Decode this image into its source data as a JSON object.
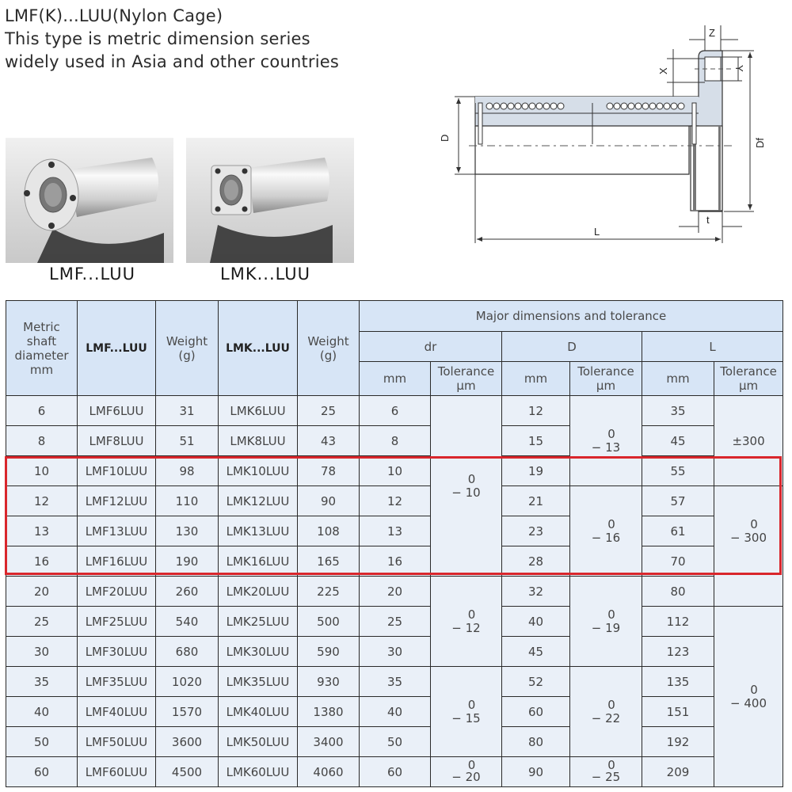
{
  "intro": {
    "title": "LMF(K)...LUU(Nylon Cage)",
    "line1": "This type is metric dimension series",
    "line2": "widely used in Asia and other countries"
  },
  "photos": [
    {
      "caption": "LMF...LUU",
      "flange": "round"
    },
    {
      "caption": "LMK...LUU",
      "flange": "square"
    }
  ],
  "drawing": {
    "labels": {
      "D": "D",
      "Df": "Df",
      "L": "L",
      "t": "t",
      "X": "X",
      "Y": "Y",
      "Z": "Z"
    }
  },
  "table": {
    "headers": {
      "shaft": [
        "Metric",
        "shaft",
        "diameter",
        "mm"
      ],
      "lmf": "LMF...LUU",
      "weight1": [
        "Weight",
        "(g)"
      ],
      "lmk": "LMK...LUU",
      "weight2": [
        "Weight",
        "(g)"
      ],
      "major": "Major dimensions and tolerance",
      "dr": "dr",
      "D": "D",
      "L": "L",
      "mm": "mm",
      "tolerance": [
        "Tolerance",
        "µm"
      ]
    },
    "rows": [
      {
        "shaft": "6",
        "lmf": "LMF6LUU",
        "w1": "31",
        "lmk": "LMK6LUU",
        "w2": "25",
        "dr": "6",
        "D": "12",
        "L": "35"
      },
      {
        "shaft": "8",
        "lmf": "LMF8LUU",
        "w1": "51",
        "lmk": "LMK8LUU",
        "w2": "43",
        "dr": "8",
        "D": "15",
        "L": "45"
      },
      {
        "shaft": "10",
        "lmf": "LMF10LUU",
        "w1": "98",
        "lmk": "LMK10LUU",
        "w2": "78",
        "dr": "10",
        "D": "19",
        "L": "55"
      },
      {
        "shaft": "12",
        "lmf": "LMF12LUU",
        "w1": "110",
        "lmk": "LMK12LUU",
        "w2": "90",
        "dr": "12",
        "D": "21",
        "L": "57"
      },
      {
        "shaft": "13",
        "lmf": "LMF13LUU",
        "w1": "130",
        "lmk": "LMK13LUU",
        "w2": "108",
        "dr": "13",
        "D": "23",
        "L": "61"
      },
      {
        "shaft": "16",
        "lmf": "LMF16LUU",
        "w1": "190",
        "lmk": "LMK16LUU",
        "w2": "165",
        "dr": "16",
        "D": "28",
        "L": "70"
      },
      {
        "shaft": "20",
        "lmf": "LMF20LUU",
        "w1": "260",
        "lmk": "LMK20LUU",
        "w2": "225",
        "dr": "20",
        "D": "32",
        "L": "80"
      },
      {
        "shaft": "25",
        "lmf": "LMF25LUU",
        "w1": "540",
        "lmk": "LMK25LUU",
        "w2": "500",
        "dr": "25",
        "D": "40",
        "L": "112"
      },
      {
        "shaft": "30",
        "lmf": "LMF30LUU",
        "w1": "680",
        "lmk": "LMK30LUU",
        "w2": "590",
        "dr": "30",
        "D": "45",
        "L": "123"
      },
      {
        "shaft": "35",
        "lmf": "LMF35LUU",
        "w1": "1020",
        "lmk": "LMK35LUU",
        "w2": "930",
        "dr": "35",
        "D": "52",
        "L": "135"
      },
      {
        "shaft": "40",
        "lmf": "LMF40LUU",
        "w1": "1570",
        "lmk": "LMK40LUU",
        "w2": "1380",
        "dr": "40",
        "D": "60",
        "L": "151"
      },
      {
        "shaft": "50",
        "lmf": "LMF50LUU",
        "w1": "3600",
        "lmk": "LMK50LUU",
        "w2": "3400",
        "dr": "50",
        "D": "80",
        "L": "192"
      },
      {
        "shaft": "60",
        "lmf": "LMF60LUU",
        "w1": "4500",
        "lmk": "LMK60LUU",
        "w2": "4060",
        "dr": "60",
        "D": "90",
        "L": "209"
      }
    ],
    "dr_tolerance": [
      {
        "rows": "6-16",
        "upper": "0",
        "lower": "− 10"
      },
      {
        "rows": "20-30",
        "upper": "0",
        "lower": "− 12"
      },
      {
        "rows": "35-50",
        "upper": "0",
        "lower": "− 15"
      },
      {
        "rows": "60",
        "upper": "0",
        "lower": "− 20"
      }
    ],
    "D_tolerance": [
      {
        "rows": "6-10",
        "upper": "0",
        "lower": "− 13"
      },
      {
        "rows": "12-16",
        "upper": "0",
        "lower": "− 16"
      },
      {
        "rows": "20-30",
        "upper": "0",
        "lower": "− 19"
      },
      {
        "rows": "35-50",
        "upper": "0",
        "lower": "− 22"
      },
      {
        "rows": "60",
        "upper": "0",
        "lower": "− 25"
      }
    ],
    "L_tolerance": [
      {
        "rows": "6-10",
        "value": "±300"
      },
      {
        "rows": "12-20",
        "upper": "0",
        "lower": "− 300"
      },
      {
        "rows": "25-60",
        "upper": "0",
        "lower": "− 400"
      }
    ]
  },
  "highlight": {
    "color": "#d9262c",
    "rows": "10-16"
  },
  "colors": {
    "header_bg": "#d7e5f6",
    "cell_bg": "#eaf0f8",
    "border": "#2a2a2a"
  }
}
